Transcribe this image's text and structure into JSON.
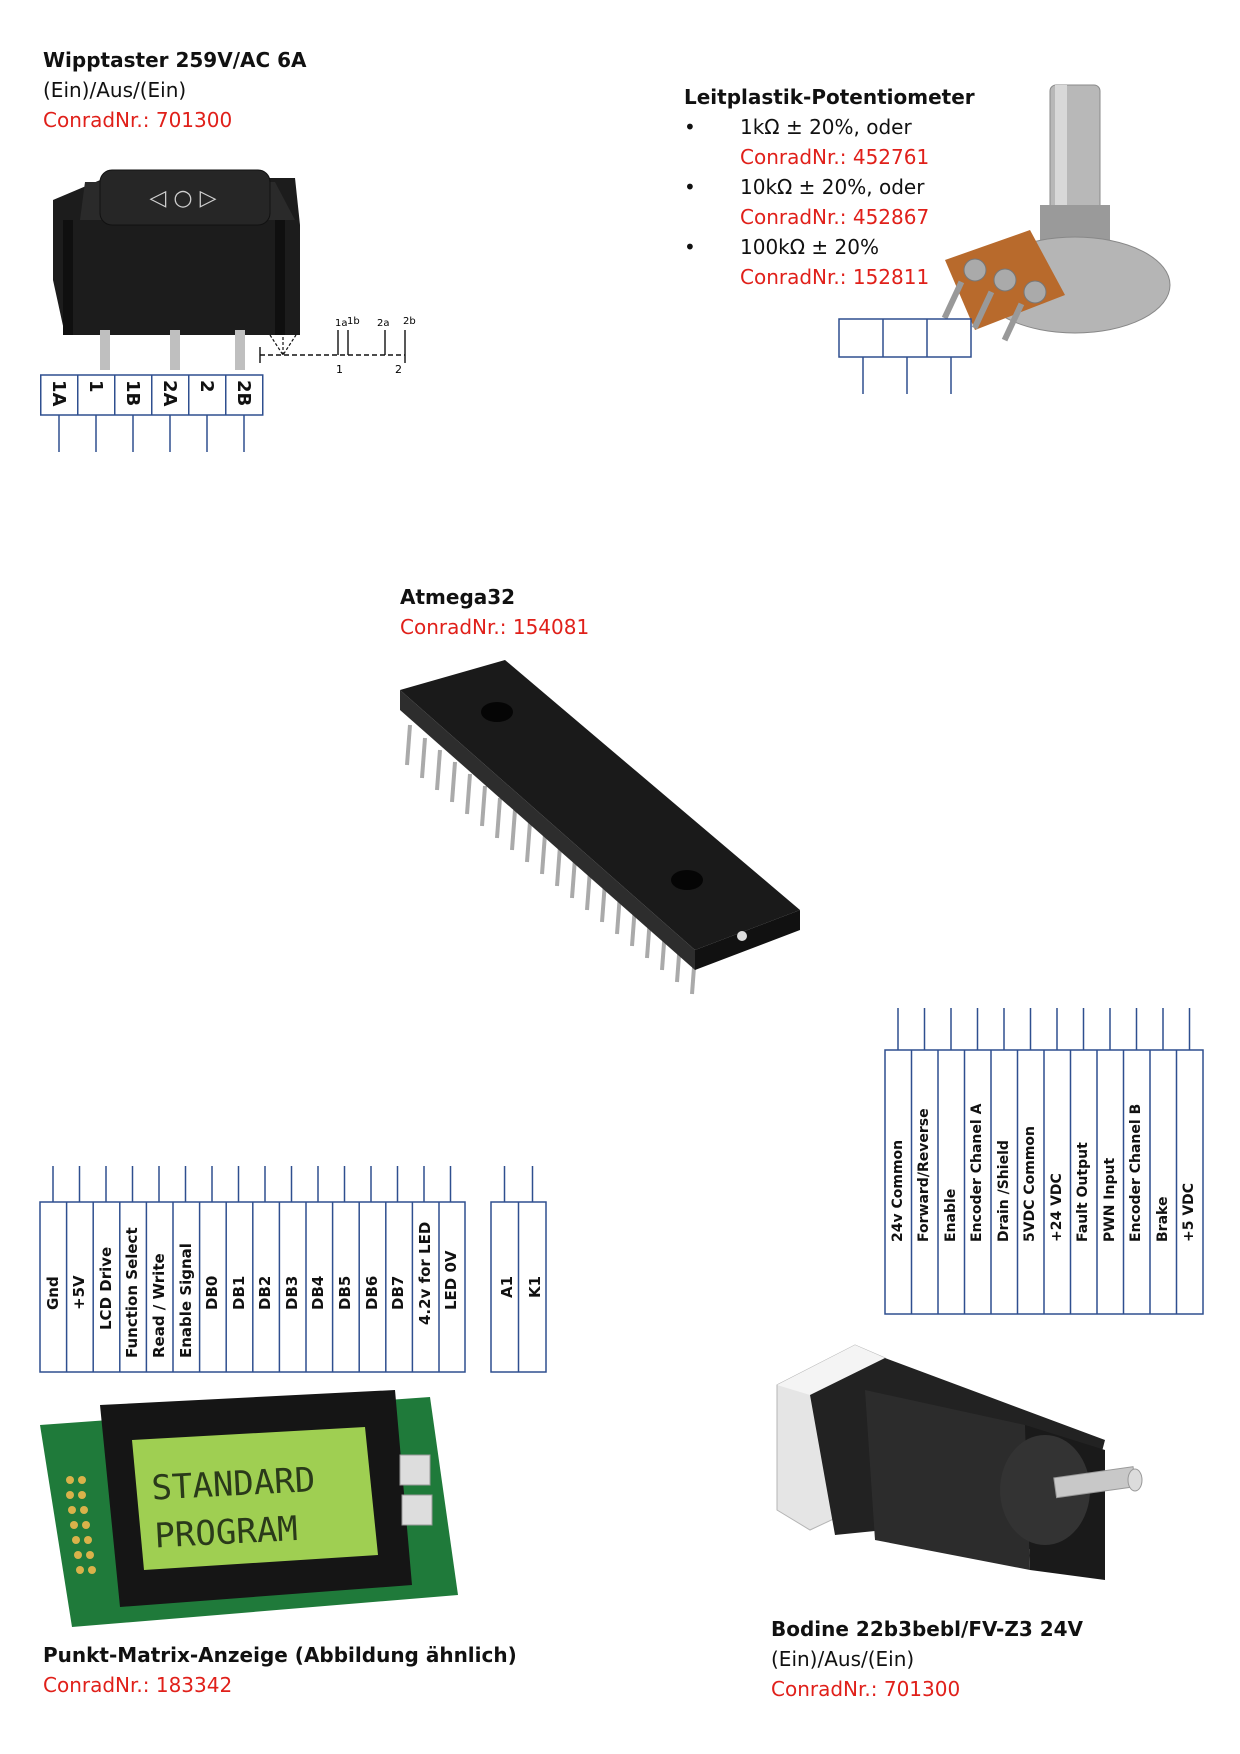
{
  "rocker_switch": {
    "title": "Wipptaster 259V/AC 6A",
    "subtitle": "(Ein)/Aus/(Ein)",
    "order": "ConradNr.: 701300",
    "pins": [
      "1A",
      "1",
      "1B",
      "2A",
      "2",
      "2B"
    ],
    "schematic_labels": [
      "1a",
      "1b",
      "2a",
      "2b",
      "1",
      "2"
    ]
  },
  "potentiometer": {
    "title": "Leitplastik-Potentiometer",
    "options": [
      {
        "value": "1kΩ ± 20%, oder",
        "order": "ConradNr.: 452761"
      },
      {
        "value": "10kΩ ± 20%, oder",
        "order": "ConradNr.: 452867"
      },
      {
        "value": "100kΩ ± 20%",
        "order": "ConradNr.: 152811"
      }
    ]
  },
  "microcontroller": {
    "title": "Atmega32",
    "order": "ConradNr.: 154081"
  },
  "lcd": {
    "pins": [
      "Gnd",
      "+5V",
      "LCD Drive",
      "Function Select",
      "Read / Write",
      "Enable Signal",
      "DB0",
      "DB1",
      "DB2",
      "DB3",
      "DB4",
      "DB5",
      "DB6",
      "DB7",
      "4.2v for LED",
      "LED 0V"
    ],
    "backlight_pins": [
      "A1",
      "K1"
    ],
    "screen_lines": [
      "STANDARD",
      "PROGRAM"
    ],
    "title": "Punkt-Matrix-Anzeige (Abbildung ähnlich)",
    "order": "ConradNr.: 183342"
  },
  "motor": {
    "pins": [
      "24v Common",
      "Forward/Reverse",
      "Enable",
      "Encoder Chanel A",
      "Drain /Shield",
      "5VDC Common",
      "+24 VDC",
      "Fault Output",
      "PWN Input",
      "Encoder Chanel B",
      "Brake",
      "+5 VDC"
    ],
    "title": "Bodine 22b3bebl/FV-Z3 24V",
    "subtitle": "(Ein)/Aus/(Ein)",
    "order": "ConradNr.: 701300"
  }
}
